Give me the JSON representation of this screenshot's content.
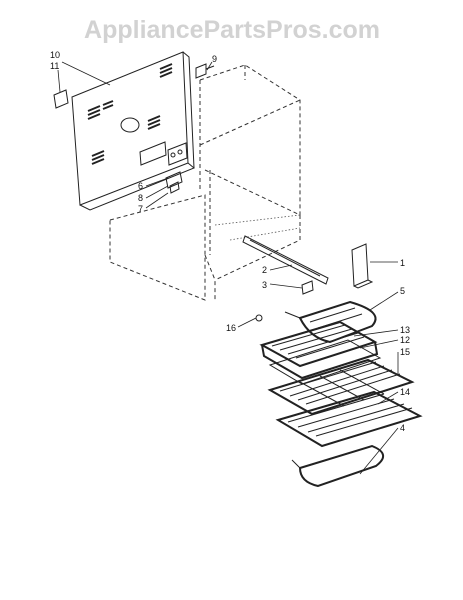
{
  "watermark": "AppliancePartsPros.com",
  "callouts": [
    "10",
    "11",
    "9",
    "6",
    "8",
    "7",
    "1",
    "2",
    "3",
    "5",
    "16",
    "13",
    "12",
    "15",
    "14",
    "4"
  ]
}
